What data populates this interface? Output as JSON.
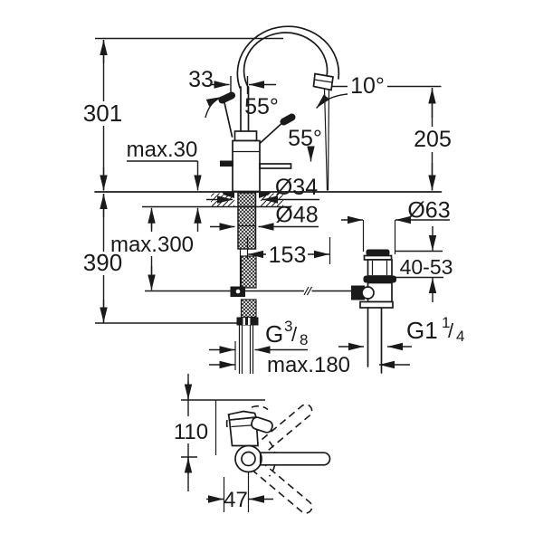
{
  "drawing": {
    "background": "#ffffff",
    "line_color": "#1a1a1a",
    "dimensions": {
      "total_height": "301",
      "spout_offset": "33",
      "outlet_angle": "10°",
      "lever_swing_left": "55°",
      "lever_swing_right": "55°",
      "outlet_height": "205",
      "deck_max_thickness": "max.30",
      "hole_diameter": "Ø34",
      "base_diameter": "Ø48",
      "hose_length_max": "max.300",
      "spout_reach": "153",
      "waste_flange_diameter": "Ø63",
      "below_deck_height": "390",
      "waste_adjust_range": "40-53",
      "distance_max": "max.180",
      "plan_depth": "110",
      "handle_offset": "47"
    },
    "threads": {
      "supply": {
        "prefix": "G",
        "numerator": "3",
        "slash": "/",
        "denominator": "8"
      },
      "waste": {
        "prefix": "G1",
        "numerator": "1",
        "slash": "/",
        "denominator": "4"
      }
    }
  }
}
